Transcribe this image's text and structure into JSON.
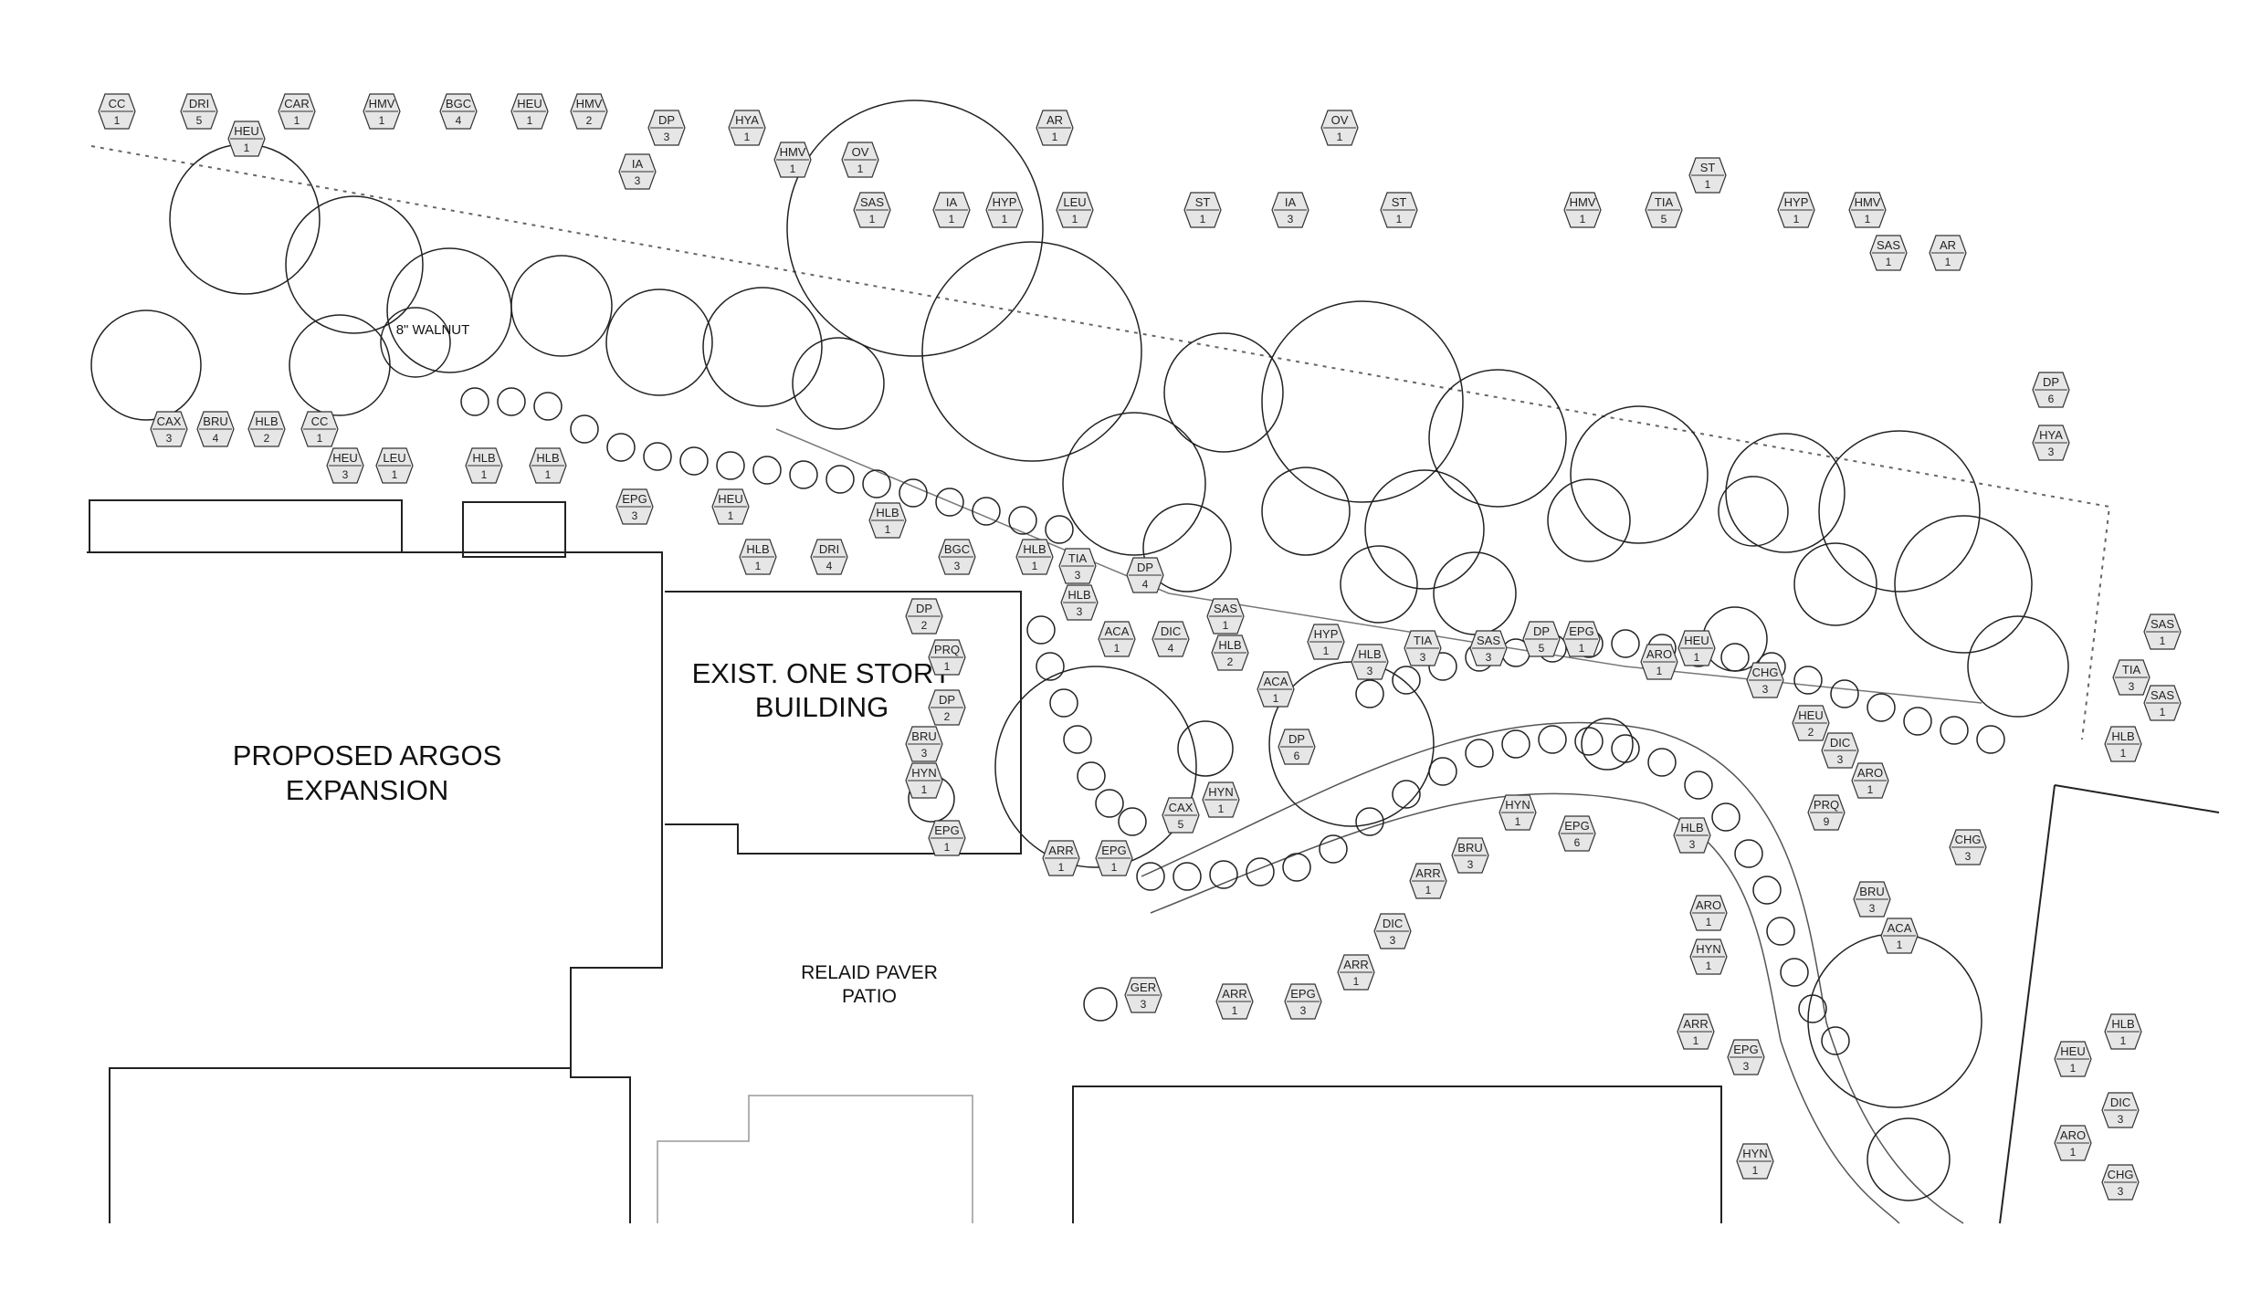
{
  "labels": {
    "proposed_l1": "PROPOSED ARGOS",
    "proposed_l2": "EXPANSION",
    "exist_l1": "EXIST. ONE STORY",
    "exist_l2": "BUILDING",
    "paver_l1": "RELAID PAVER",
    "paver_l2": "PATIO",
    "walnut": "8\" WALNUT"
  },
  "plant_tags": [
    {
      "code": "CC",
      "qty": "1"
    },
    {
      "code": "DRI",
      "qty": "5"
    },
    {
      "code": "HEU",
      "qty": "1"
    },
    {
      "code": "CAR",
      "qty": "1"
    },
    {
      "code": "HMV",
      "qty": "1"
    },
    {
      "code": "BGC",
      "qty": "4"
    },
    {
      "code": "HEU",
      "qty": "1"
    },
    {
      "code": "HMV",
      "qty": "2"
    },
    {
      "code": "DP",
      "qty": "3"
    },
    {
      "code": "IA",
      "qty": "3"
    },
    {
      "code": "HYA",
      "qty": "1"
    },
    {
      "code": "HMV",
      "qty": "1"
    },
    {
      "code": "OV",
      "qty": "1"
    },
    {
      "code": "SAS",
      "qty": "1"
    },
    {
      "code": "IA",
      "qty": "1"
    },
    {
      "code": "HYP",
      "qty": "1"
    },
    {
      "code": "AR",
      "qty": "1"
    },
    {
      "code": "LEU",
      "qty": "1"
    },
    {
      "code": "ST",
      "qty": "1"
    },
    {
      "code": "IA",
      "qty": "3"
    },
    {
      "code": "OV",
      "qty": "1"
    },
    {
      "code": "ST",
      "qty": "1"
    },
    {
      "code": "HMV",
      "qty": "1"
    },
    {
      "code": "TIA",
      "qty": "5"
    },
    {
      "code": "ST",
      "qty": "1"
    },
    {
      "code": "HYP",
      "qty": "1"
    },
    {
      "code": "HMV",
      "qty": "1"
    },
    {
      "code": "SAS",
      "qty": "1"
    },
    {
      "code": "AR",
      "qty": "1"
    },
    {
      "code": "DP",
      "qty": "6"
    },
    {
      "code": "HYA",
      "qty": "3"
    },
    {
      "code": "CAX",
      "qty": "3"
    },
    {
      "code": "BRU",
      "qty": "4"
    },
    {
      "code": "HLB",
      "qty": "2"
    },
    {
      "code": "CC",
      "qty": "1"
    },
    {
      "code": "HEU",
      "qty": "3"
    },
    {
      "code": "LEU",
      "qty": "1"
    },
    {
      "code": "HLB",
      "qty": "1"
    },
    {
      "code": "HLB",
      "qty": "1"
    },
    {
      "code": "EPG",
      "qty": "3"
    },
    {
      "code": "HEU",
      "qty": "1"
    },
    {
      "code": "HLB",
      "qty": "1"
    },
    {
      "code": "DRI",
      "qty": "4"
    },
    {
      "code": "HLB",
      "qty": "1"
    },
    {
      "code": "BGC",
      "qty": "3"
    },
    {
      "code": "HLB",
      "qty": "1"
    },
    {
      "code": "TIA",
      "qty": "3"
    },
    {
      "code": "HLB",
      "qty": "3"
    },
    {
      "code": "DP",
      "qty": "4"
    },
    {
      "code": "SAS",
      "qty": "1"
    },
    {
      "code": "DP",
      "qty": "2"
    },
    {
      "code": "PRQ",
      "qty": "1"
    },
    {
      "code": "DP",
      "qty": "2"
    },
    {
      "code": "BRU",
      "qty": "3"
    },
    {
      "code": "HYN",
      "qty": "1"
    },
    {
      "code": "EPG",
      "qty": "1"
    },
    {
      "code": "ACA",
      "qty": "1"
    },
    {
      "code": "DIC",
      "qty": "4"
    },
    {
      "code": "HLB",
      "qty": "2"
    },
    {
      "code": "ACA",
      "qty": "1"
    },
    {
      "code": "DP",
      "qty": "6"
    },
    {
      "code": "CAX",
      "qty": "5"
    },
    {
      "code": "HYN",
      "qty": "1"
    },
    {
      "code": "ARR",
      "qty": "1"
    },
    {
      "code": "EPG",
      "qty": "1"
    },
    {
      "code": "HYP",
      "qty": "1"
    },
    {
      "code": "HLB",
      "qty": "3"
    },
    {
      "code": "TIA",
      "qty": "3"
    },
    {
      "code": "SAS",
      "qty": "3"
    },
    {
      "code": "DP",
      "qty": "5"
    },
    {
      "code": "EPG",
      "qty": "1"
    },
    {
      "code": "ARO",
      "qty": "1"
    },
    {
      "code": "HEU",
      "qty": "1"
    },
    {
      "code": "CHG",
      "qty": "3"
    },
    {
      "code": "HEU",
      "qty": "2"
    },
    {
      "code": "DIC",
      "qty": "3"
    },
    {
      "code": "ARO",
      "qty": "1"
    },
    {
      "code": "SAS",
      "qty": "1"
    },
    {
      "code": "TIA",
      "qty": "3"
    },
    {
      "code": "SAS",
      "qty": "1"
    },
    {
      "code": "HLB",
      "qty": "1"
    },
    {
      "code": "CHG",
      "qty": "3"
    },
    {
      "code": "HYN",
      "qty": "1"
    },
    {
      "code": "EPG",
      "qty": "6"
    },
    {
      "code": "BRU",
      "qty": "3"
    },
    {
      "code": "ARR",
      "qty": "1"
    },
    {
      "code": "DIC",
      "qty": "3"
    },
    {
      "code": "ARR",
      "qty": "1"
    },
    {
      "code": "GER",
      "qty": "3"
    },
    {
      "code": "ARR",
      "qty": "1"
    },
    {
      "code": "EPG",
      "qty": "3"
    },
    {
      "code": "HLB",
      "qty": "3"
    },
    {
      "code": "PRQ",
      "qty": "9"
    },
    {
      "code": "ARO",
      "qty": "1"
    },
    {
      "code": "HYN",
      "qty": "1"
    },
    {
      "code": "BRU",
      "qty": "3"
    },
    {
      "code": "ACA",
      "qty": "1"
    },
    {
      "code": "ARR",
      "qty": "1"
    },
    {
      "code": "EPG",
      "qty": "3"
    },
    {
      "code": "HLB",
      "qty": "1"
    },
    {
      "code": "HEU",
      "qty": "1"
    },
    {
      "code": "DIC",
      "qty": "3"
    },
    {
      "code": "ARO",
      "qty": "1"
    },
    {
      "code": "HYN",
      "qty": "1"
    },
    {
      "code": "CHG",
      "qty": "3"
    }
  ]
}
